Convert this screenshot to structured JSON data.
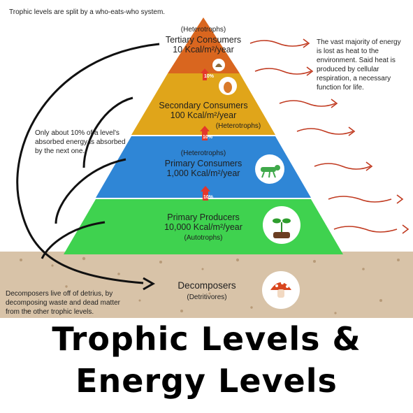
{
  "header_note": "Trophic levels are split by a who-eats-who system.",
  "right_note": [
    "The vast majority of energy",
    "is lost as heat to the",
    "environment. Said heat is",
    "produced by cellular",
    "respiration, a necessary",
    "function for life."
  ],
  "left_note": [
    "Only about 10% of a level's",
    "absorbed energy is absorbed",
    "by the next one."
  ],
  "decomposer_note": [
    "Decomposers live off of detrius, by",
    "decomposing waste and dead matter",
    "from the other trophic levels."
  ],
  "levels": {
    "tertiary": {
      "type": "(Heterotrophs)",
      "name": "Tertiary Consumers",
      "energy": "10 Kcal/m²/year",
      "color": "#d9661f"
    },
    "secondary": {
      "name": "Secondary Consumers",
      "energy": "100 Kcal/m²/year",
      "type": "(Heterotrophs)",
      "color": "#e0a51a"
    },
    "primary": {
      "type": "(Heterotrophs)",
      "name": "Primary Consumers",
      "energy": "1,000 Kcal/m²/year",
      "color": "#2f86d6"
    },
    "producers": {
      "name": "Primary Producers",
      "energy": "10,000 Kcal/m²/year",
      "type": "(Autotrophs)",
      "color": "#3fd24f"
    },
    "decomposers": {
      "name": "Decomposers",
      "type": "(Detritivores)",
      "color": "#cfb69a"
    }
  },
  "transfer_label": "10%",
  "title_lines": [
    "Trophic Levels &",
    "Energy Levels"
  ],
  "icons": [
    "bird-icon",
    "chick-icon",
    "grasshopper-icon",
    "sprout-icon",
    "mushroom-icon"
  ]
}
